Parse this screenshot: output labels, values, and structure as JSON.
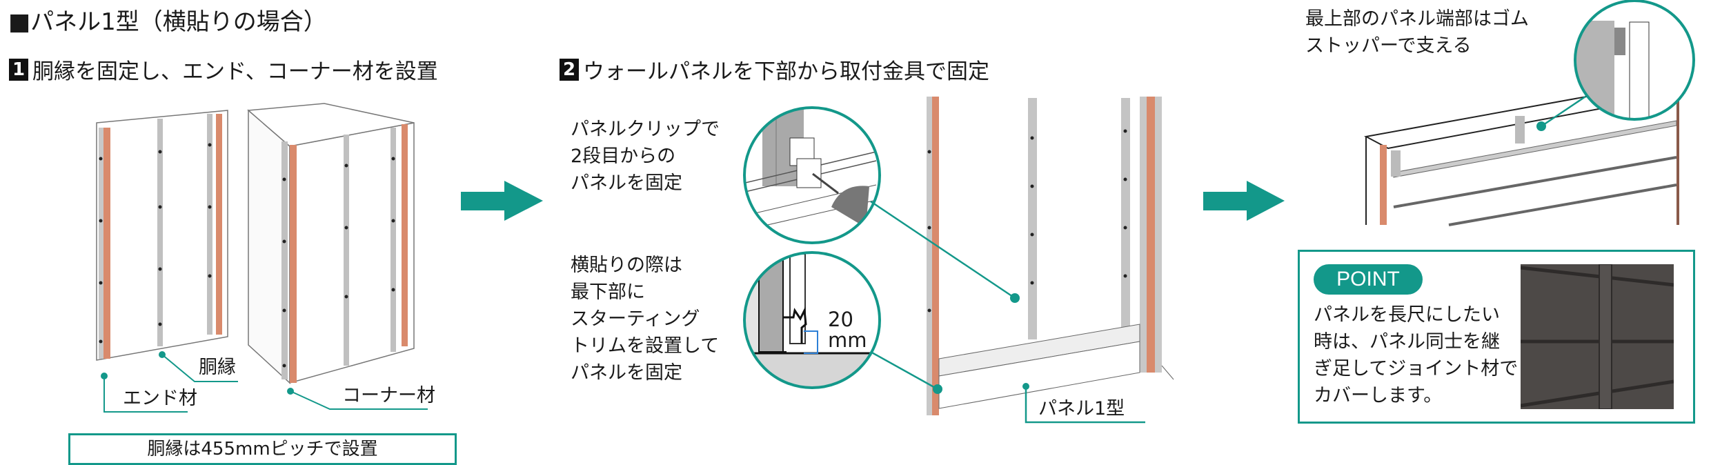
{
  "title": "■パネル1型（横貼りの場合）",
  "step1": {
    "number": "1",
    "heading": "胴縁を固定し、エンド、コーナー材を設置",
    "labels": {
      "furring": "胴縁",
      "end": "エンド材",
      "corner": "コーナー材"
    },
    "note": "胴縁は455mmピッチで設置"
  },
  "step2": {
    "number": "2",
    "heading": "ウォールパネルを下部から取付金具で固定",
    "clip_text": [
      "パネルクリップで",
      "2段目からの",
      "パネルを固定"
    ],
    "trim_text": [
      "横貼りの際は",
      "最下部に",
      "スターティング",
      "トリムを設置して",
      "パネルを固定"
    ],
    "dimension": [
      "20",
      "mm"
    ],
    "panel_label": "パネル1型"
  },
  "step3": {
    "top_text": [
      "最上部のパネル端部はゴム",
      "ストッパーで支える"
    ],
    "point": {
      "badge": "POINT",
      "text": [
        "パネルを長尺にしたい",
        "時は、パネル同士を継",
        "ぎ足してジョイント材で",
        "カバーします。"
      ]
    }
  },
  "colors": {
    "accent": "#13988a",
    "furring_orange": "#d98a6c",
    "stud_gray": "#b8b8b8"
  }
}
